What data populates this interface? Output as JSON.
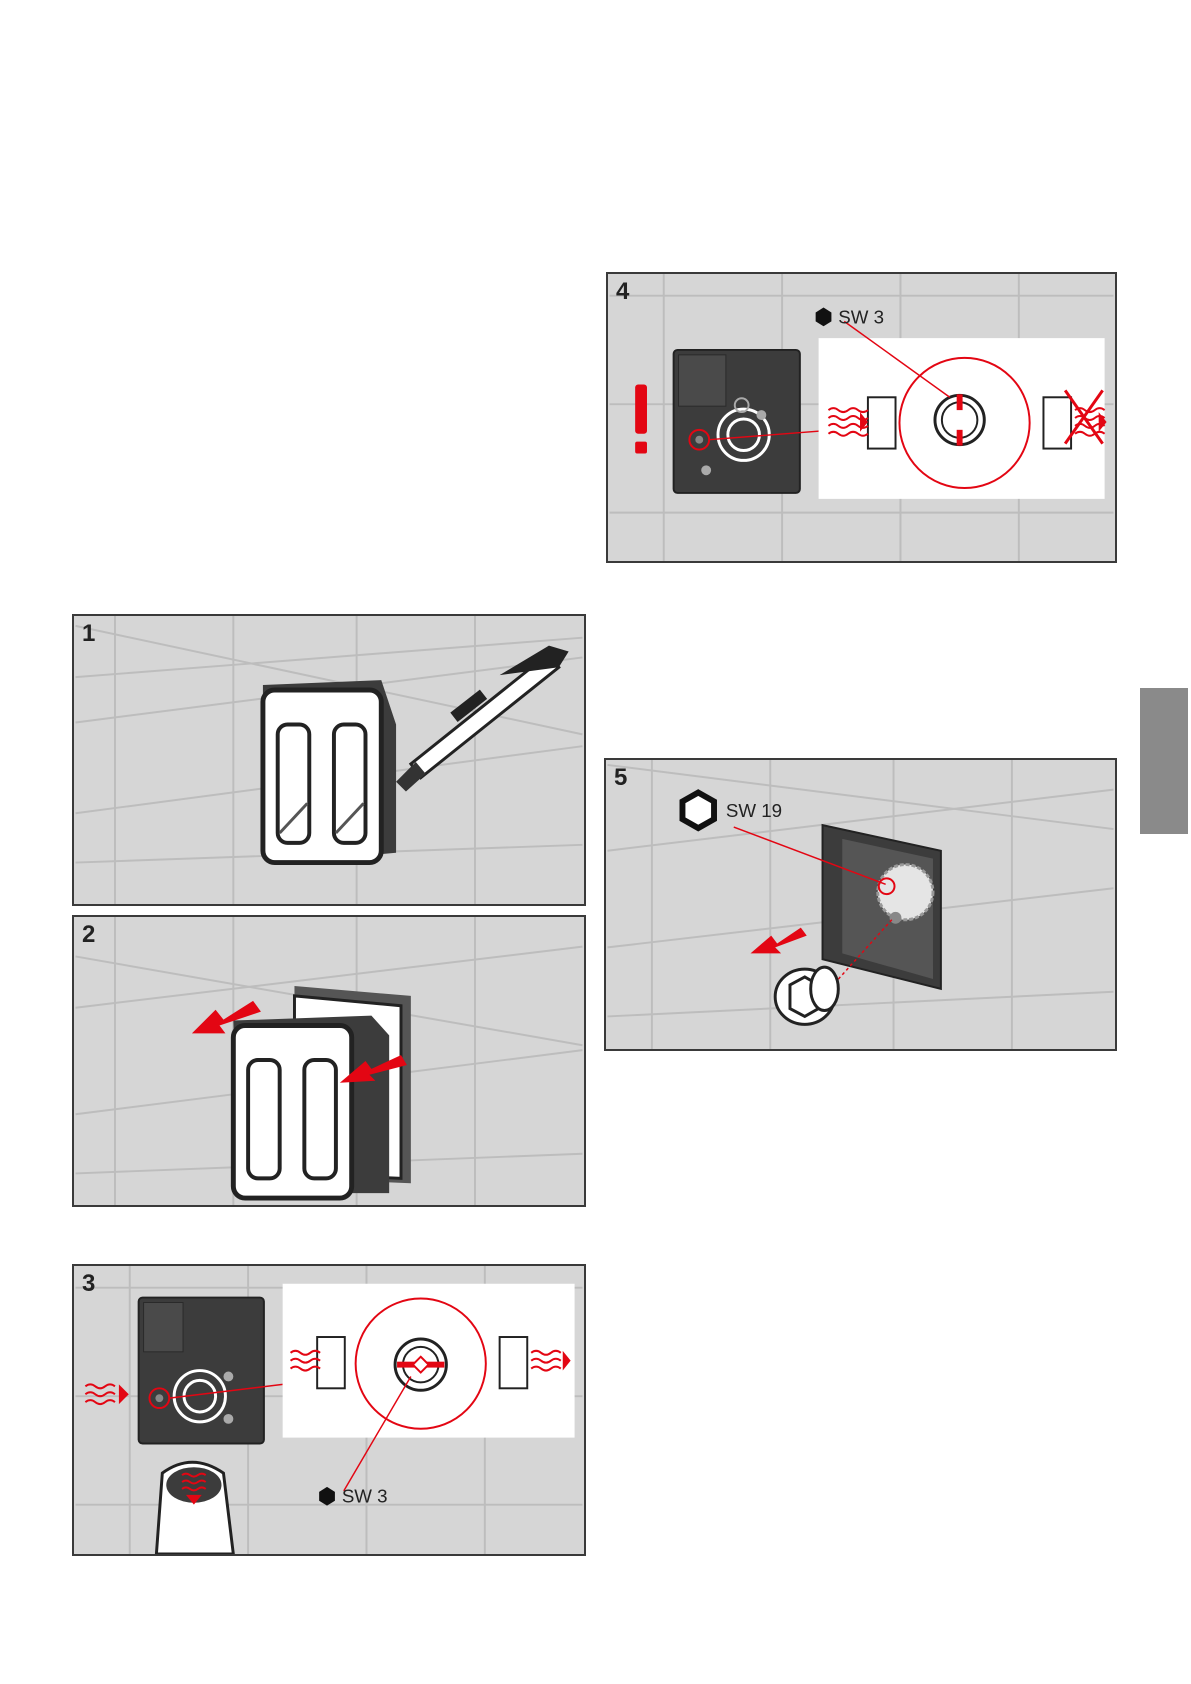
{
  "steps": [
    {
      "number": "1"
    },
    {
      "number": "2"
    },
    {
      "number": "3",
      "tool_label": "SW 3"
    },
    {
      "number": "4",
      "tool_label": "SW 3",
      "warning": "!"
    },
    {
      "number": "5",
      "tool_label": "SW 19"
    }
  ],
  "colors": {
    "tile": "#d6d6d6",
    "grout": "#bdbdbd",
    "dark_box": "#3c3c3c",
    "accent_red": "#e30613",
    "thumb_tab": "#8a8a8a"
  }
}
